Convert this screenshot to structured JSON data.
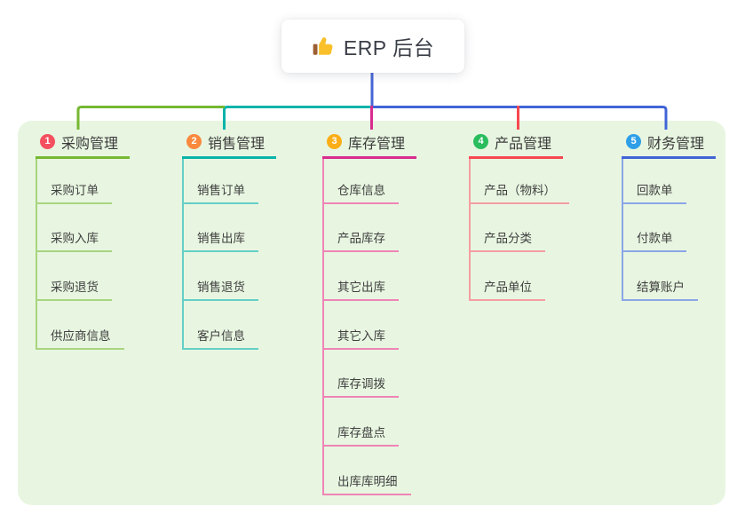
{
  "root": {
    "title": "ERP 后台",
    "icon": "thumbs-up-icon"
  },
  "branches": [
    {
      "badge": "1",
      "label": "采购管理",
      "color": "#76b832",
      "child_color": "#a9d47f",
      "badge_color": "#f4505f",
      "children": [
        "采购订单",
        "采购入库",
        "采购退货",
        "供应商信息"
      ]
    },
    {
      "badge": "2",
      "label": "销售管理",
      "color": "#0ab3aa",
      "child_color": "#64cfc6",
      "badge_color": "#f9893d",
      "children": [
        "销售订单",
        "销售出库",
        "销售退货",
        "客户信息"
      ]
    },
    {
      "badge": "3",
      "label": "库存管理",
      "color": "#d92c8e",
      "child_color": "#ef84b6",
      "badge_color": "#fbae17",
      "children": [
        "仓库信息",
        "产品库存",
        "其它出库",
        "其它入库",
        "库存调拨",
        "库存盘点",
        "出库库明细"
      ]
    },
    {
      "badge": "4",
      "label": "产品管理",
      "color": "#f8484f",
      "child_color": "#f59da1",
      "badge_color": "#2abd5d",
      "children": [
        "产品（物料）",
        "产品分类",
        "产品单位"
      ]
    },
    {
      "badge": "5",
      "label": "财务管理",
      "color": "#4164d8",
      "child_color": "#8ba5e7",
      "badge_color": "#2f9fe8",
      "children": [
        "回款单",
        "付款单",
        "结算账户"
      ]
    }
  ],
  "colors": {
    "panel_bg": "#e8f6e1",
    "root_line": "#4566d6",
    "thumb_hand": "#f9c02c",
    "thumb_cuff": "#9c5f33"
  }
}
